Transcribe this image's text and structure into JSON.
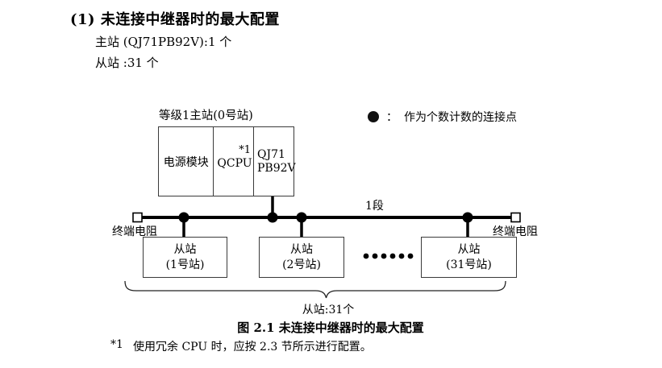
{
  "header": {
    "title": "(1) 未连接中继器时的最大配置",
    "master_spec": "主站 (QJ71PB92V):1 个",
    "slave_spec": "从站 :31 个"
  },
  "legend": {
    "colon": "：",
    "text": "作为个数计数的连接点"
  },
  "master_station": {
    "label": "等级1主站(0号站)",
    "power_module": "电源模块",
    "cpu": "QCPU",
    "cpu_note_ref": "*1",
    "pb_module_line1": "QJ71",
    "pb_module_line2": "PB92V"
  },
  "bus": {
    "segment_label": "1段",
    "terminator_left": "终端电阻",
    "terminator_right": "终端电阻"
  },
  "slaves": [
    {
      "line1": "从站",
      "line2": "(1号站)"
    },
    {
      "line1": "从站",
      "line2": "(2号站)"
    },
    {
      "line1": "从站",
      "line2": "(31号站)"
    }
  ],
  "summary": {
    "brace_label": "从站:31个"
  },
  "caption": "图 2.1 未连接中继器时的最大配置",
  "footnote": {
    "marker": "*1",
    "text": "使用冗余 CPU 时，应按 2.3 节所示进行配置。"
  },
  "colors": {
    "ink": "#000000",
    "box_border": "#3a3a3a",
    "background": "#ffffff"
  }
}
